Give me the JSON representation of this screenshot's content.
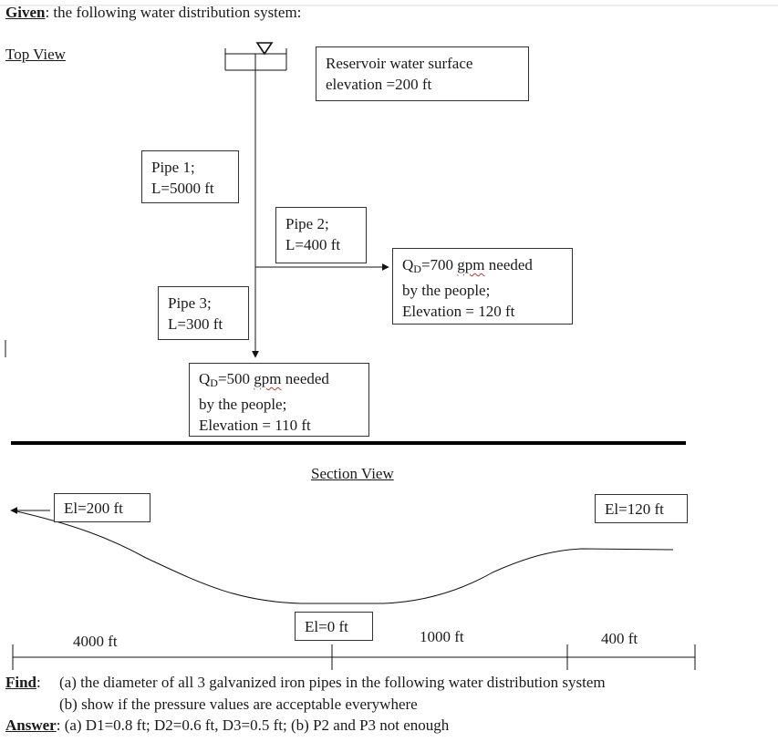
{
  "given": {
    "label": "Given",
    "text": ": the following water distribution system:"
  },
  "top_view": "Top View",
  "reservoir": {
    "line1": "Reservoir water surface",
    "line2": "elevation =200 ft"
  },
  "pipe1": {
    "line1": "Pipe 1;",
    "line2": "L=5000 ft"
  },
  "pipe2": {
    "line1": "Pipe 2;",
    "line2": "L=400 ft"
  },
  "pipe3": {
    "line1": "Pipe 3;",
    "line2": "L=300 ft"
  },
  "demand_right": {
    "q": "Q",
    "sub": "D",
    "rest": "=700 ",
    "gpm": "gpm",
    "tail": " needed",
    "line2": "by the people;",
    "line3": "Elevation = 120 ft"
  },
  "demand_bottom": {
    "q": "Q",
    "sub": "D",
    "rest": "=500 ",
    "gpm": "gpm",
    "tail": " needed",
    "line2": "by the people;",
    "line3": "Elevation = 110 ft"
  },
  "section_view": "Section View",
  "elev_left": "El=200 ft",
  "elev_right": "El=120 ft",
  "elev_bottom": "El=0 ft",
  "dist1": "4000 ft",
  "dist2": "1000 ft",
  "dist3": "400 ft",
  "find": {
    "label": "Find",
    "colon": ":",
    "a": "(a) the diameter of all 3 galvanized iron pipes in the following water distribution system",
    "b": "(b) show if the pressure values are acceptable everywhere"
  },
  "answer": {
    "label": "Answer",
    "text": ": (a) D1=0.8 ft; D2=0.6 ft, D3=0.5 ft; (b) P2 and P3 not enough"
  }
}
